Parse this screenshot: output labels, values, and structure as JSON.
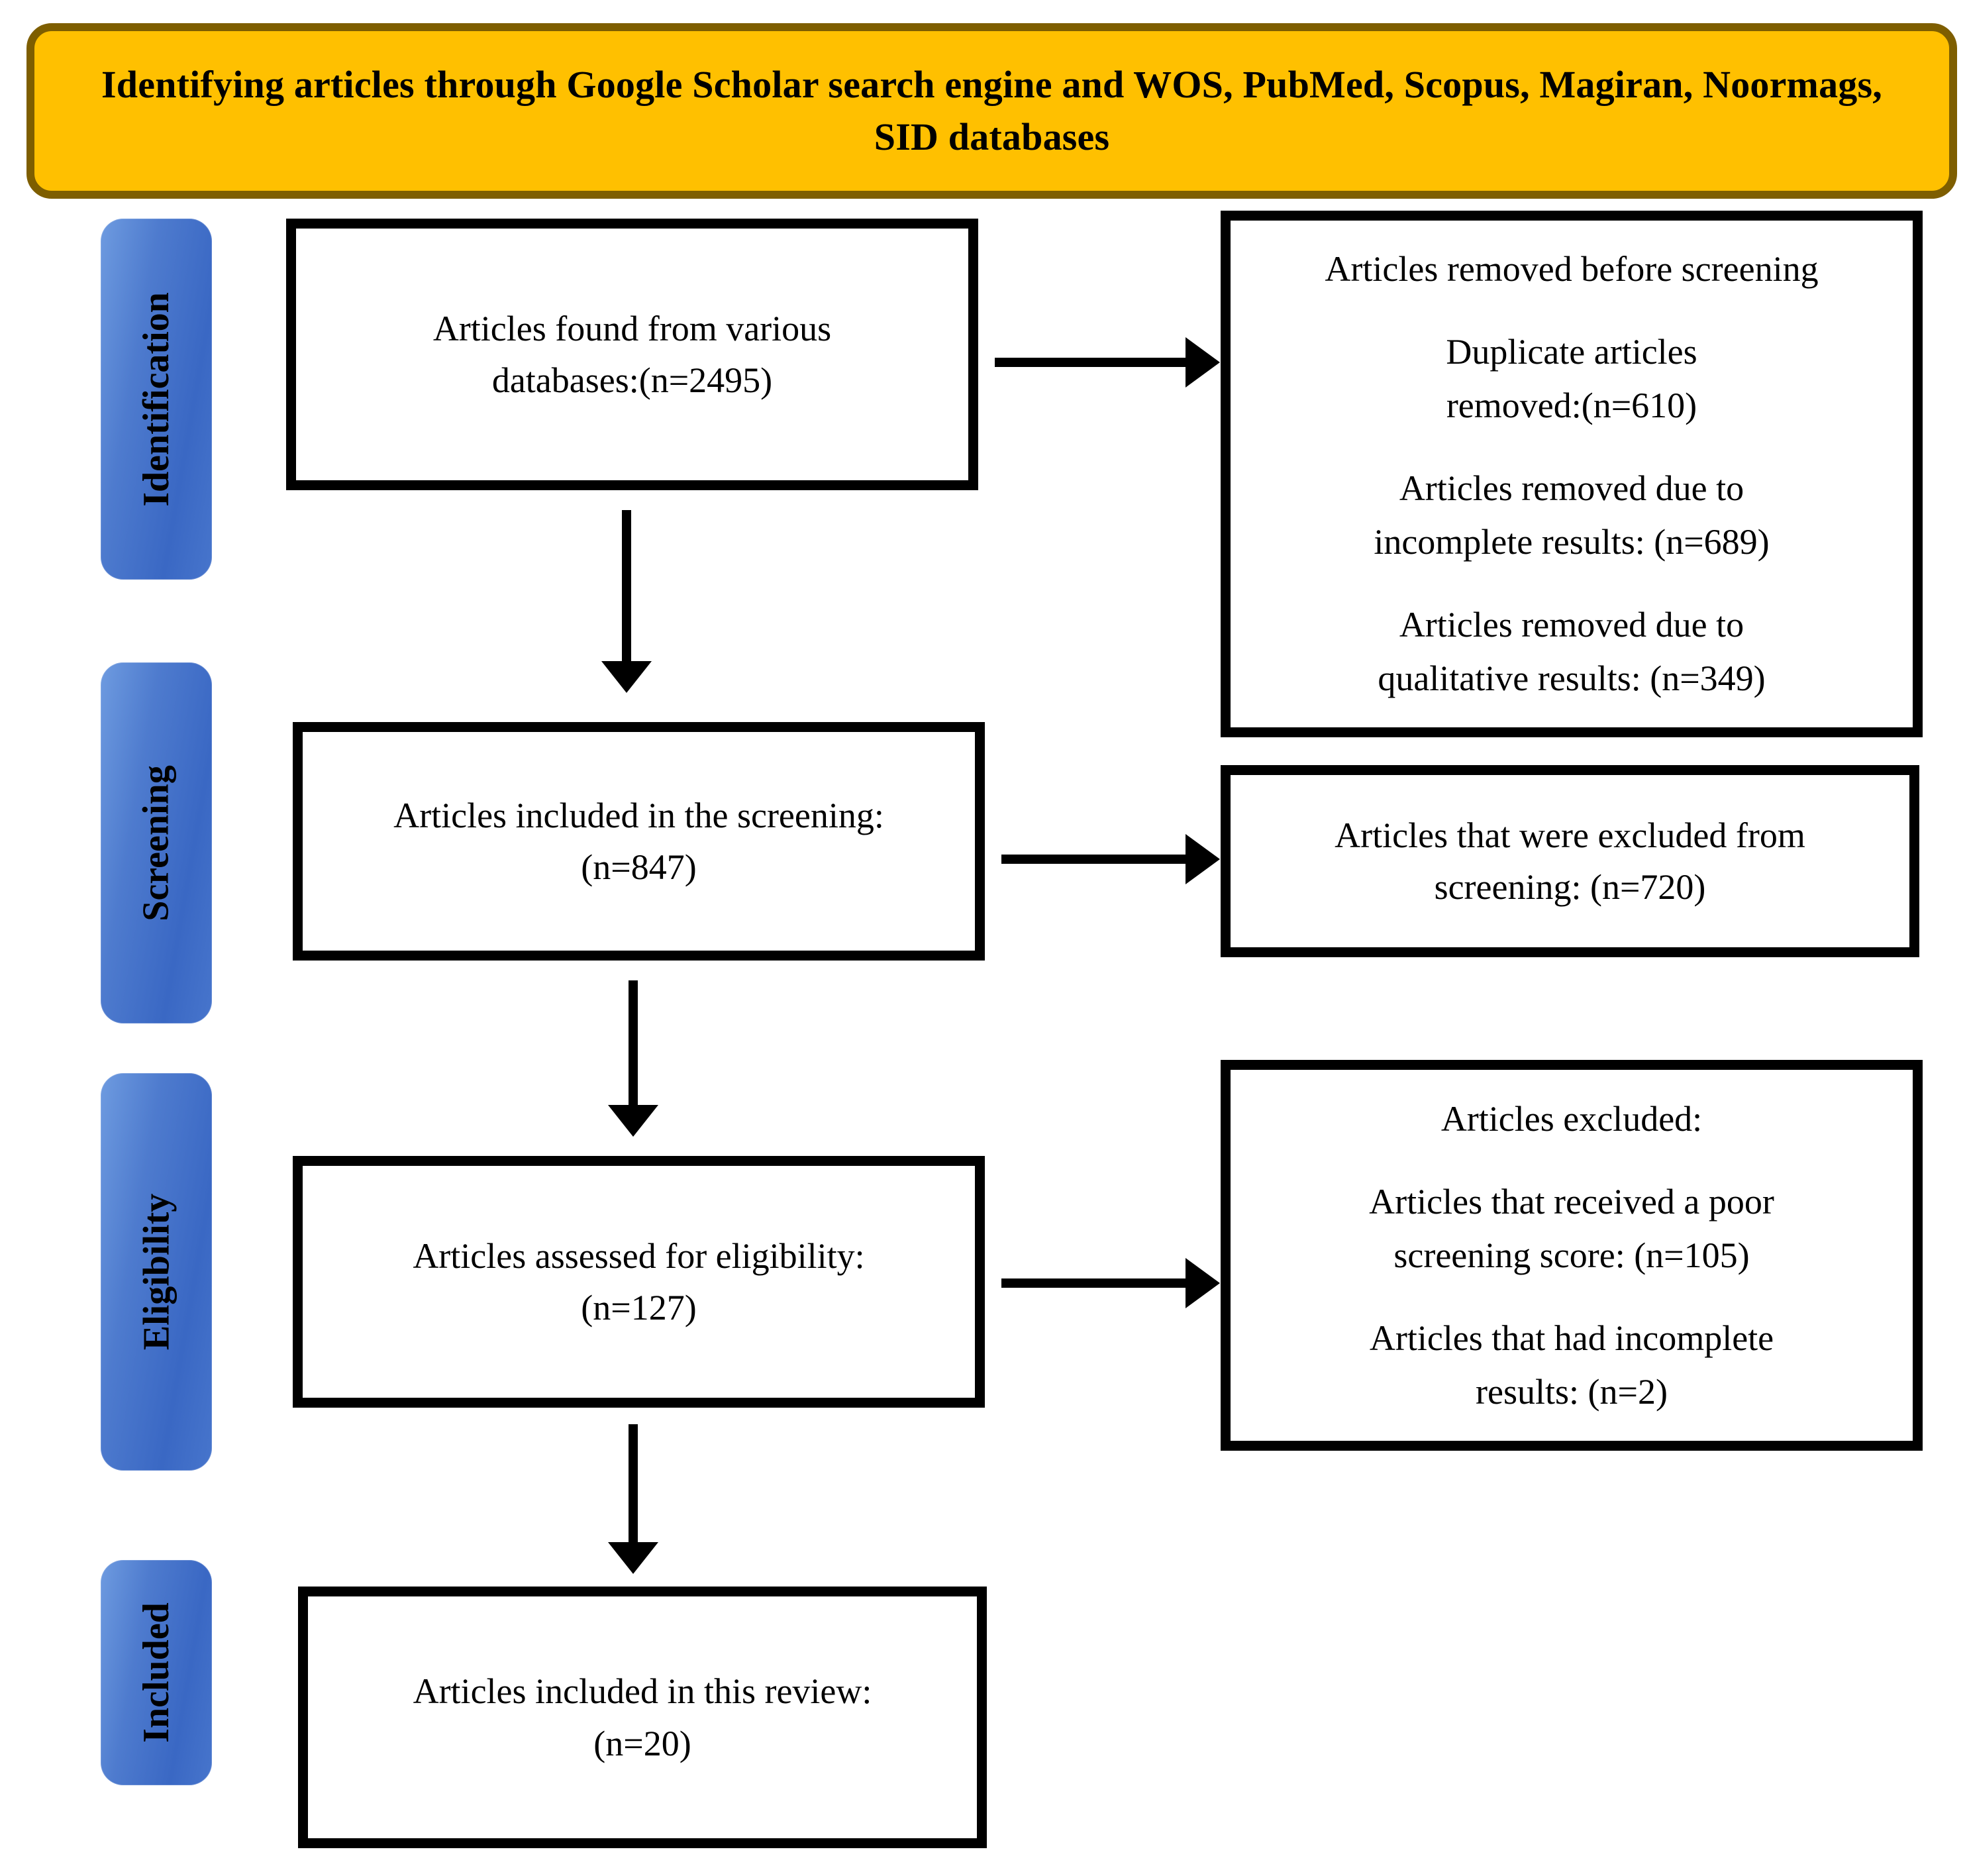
{
  "diagram": {
    "type": "prisma-flow-diagram",
    "header": {
      "text": "Identifying articles through Google Scholar search engine and WOS, PubMed, Scopus, Magiran, Noormags, SID databases",
      "fill_color": "#FFC000",
      "border_color": "#7E5E00"
    },
    "stages": [
      {
        "label": "Identification",
        "color": "#4472C4"
      },
      {
        "label": "Screening",
        "color": "#4472C4"
      },
      {
        "label": "Eligibility",
        "color": "#4472C4"
      },
      {
        "label": "Included",
        "color": "#4472C4"
      }
    ],
    "flow_boxes": {
      "identified": {
        "line1": "Articles found from various",
        "line2": "databases:(n=2495)",
        "n": 2495
      },
      "removed_before_screening": {
        "p1": "Articles removed before screening",
        "p2_line1": "Duplicate articles",
        "p2_line2": "removed:(n=610)",
        "p3_line1": "Articles removed due to",
        "p3_line2": "incomplete results: (n=689)",
        "p4_line1": "Articles removed due to",
        "p4_line2": "qualitative results: (n=349)",
        "n_duplicates": 610,
        "n_incomplete": 689,
        "n_qualitative": 349
      },
      "screened": {
        "line1": "Articles included in the screening:",
        "line2": "(n=847)",
        "n": 847
      },
      "excluded_from_screening": {
        "line1": "Articles that were excluded from",
        "line2": "screening: (n=720)",
        "n": 720
      },
      "eligibility_assessed": {
        "line1": "Articles assessed for eligibility:",
        "line2": "(n=127)",
        "n": 127
      },
      "excluded_eligibility": {
        "p1": "Articles excluded:",
        "p2_line1": "Articles that received a poor",
        "p2_line2": "screening score: (n=105)",
        "p3_line1": "Articles that had incomplete",
        "p3_line2": "results: (n=2)",
        "n_poor_score": 105,
        "n_incomplete": 2
      },
      "included": {
        "line1": "Articles included in this review:",
        "line2": "(n=20)",
        "n": 20
      }
    },
    "arrows": {
      "down_1": "identified-to-screened",
      "down_2": "screened-to-eligibility",
      "down_3": "eligibility-to-included",
      "right_1": "identified-to-removed",
      "right_2": "screened-to-excluded",
      "right_3": "eligibility-to-excluded"
    }
  }
}
